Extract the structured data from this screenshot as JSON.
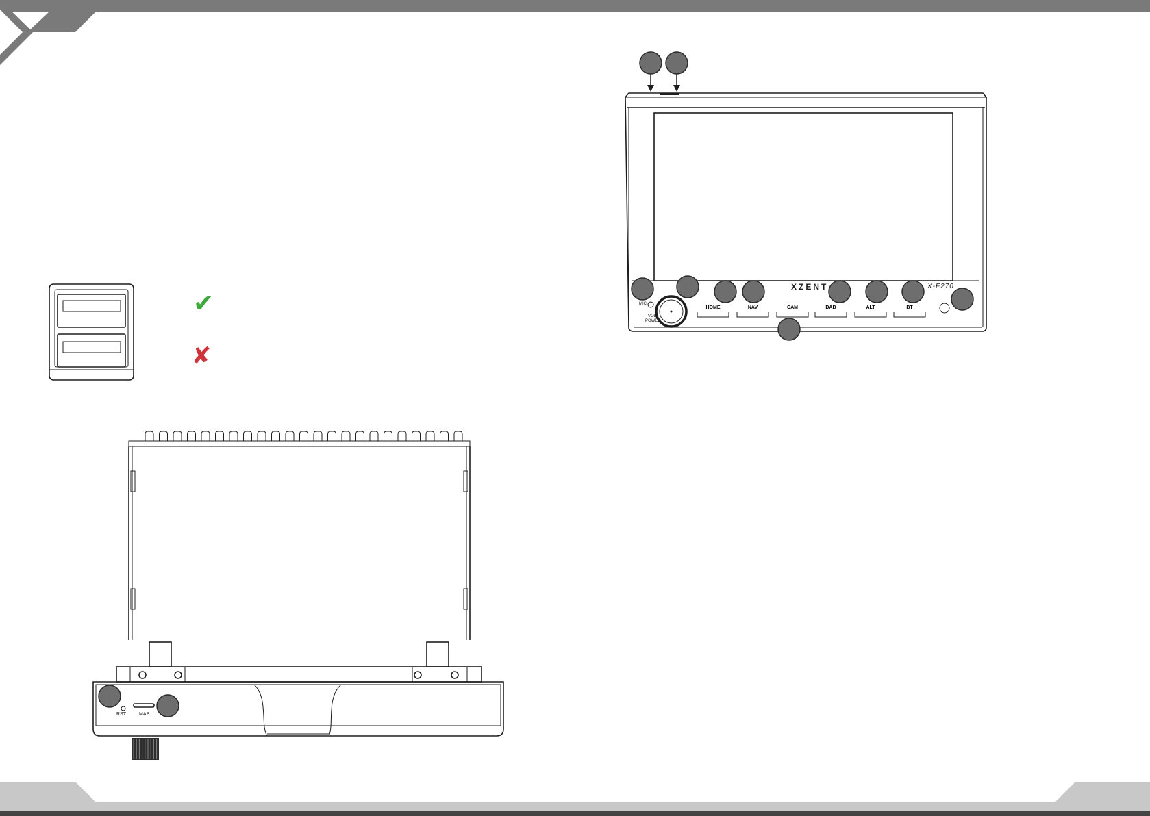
{
  "device_front": {
    "brand": "XZENT",
    "model": "X-F270",
    "mic_label": "MIC",
    "vol_label": "VOL",
    "power_label": "POWER",
    "buttons": [
      "HOME",
      "NAV",
      "CAM",
      "DAB",
      "ALT",
      "BT"
    ]
  },
  "device_top": {
    "rst_label": "RST",
    "map_label": "MAP"
  },
  "usb_status": {
    "ok_symbol": "✔",
    "not_ok_symbol": "✘",
    "colors": {
      "ok": "#3ea83a",
      "not_ok": "#d0323a"
    }
  },
  "theme": {
    "band_color": "#7a7a7a",
    "footer_color": "#c8c8c8"
  }
}
